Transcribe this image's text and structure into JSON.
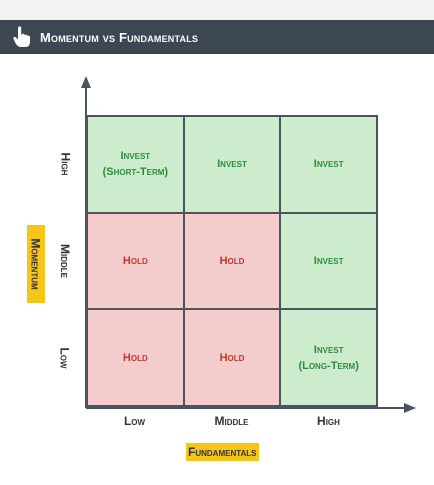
{
  "header": {
    "title": "Momentum vs Fundamentals",
    "icon": "hand-pointer-icon"
  },
  "matrix": {
    "x_axis_title": "Fundamentals",
    "y_axis_title": "Momentum",
    "x_levels": [
      "Low",
      "Middle",
      "High"
    ],
    "y_levels": [
      "High",
      "Middle",
      "Low"
    ],
    "rows": [
      [
        {
          "label": "Invest\n(Short-Term)",
          "kind": "invest"
        },
        {
          "label": "Invest",
          "kind": "invest"
        },
        {
          "label": "Invest",
          "kind": "invest"
        }
      ],
      [
        {
          "label": "Hold",
          "kind": "hold"
        },
        {
          "label": "Hold",
          "kind": "hold"
        },
        {
          "label": "Invest",
          "kind": "invest"
        }
      ],
      [
        {
          "label": "Hold",
          "kind": "hold"
        },
        {
          "label": "Hold",
          "kind": "hold"
        },
        {
          "label": "Invest\n(Long-Term)",
          "kind": "invest"
        }
      ]
    ]
  },
  "colors": {
    "header_bg": "#3d4754",
    "invest_fill": "#cdeccd",
    "invest_text": "#2e8b3c",
    "hold_fill": "#f4cccc",
    "hold_text": "#c0392b",
    "highlight": "#f5c518"
  }
}
